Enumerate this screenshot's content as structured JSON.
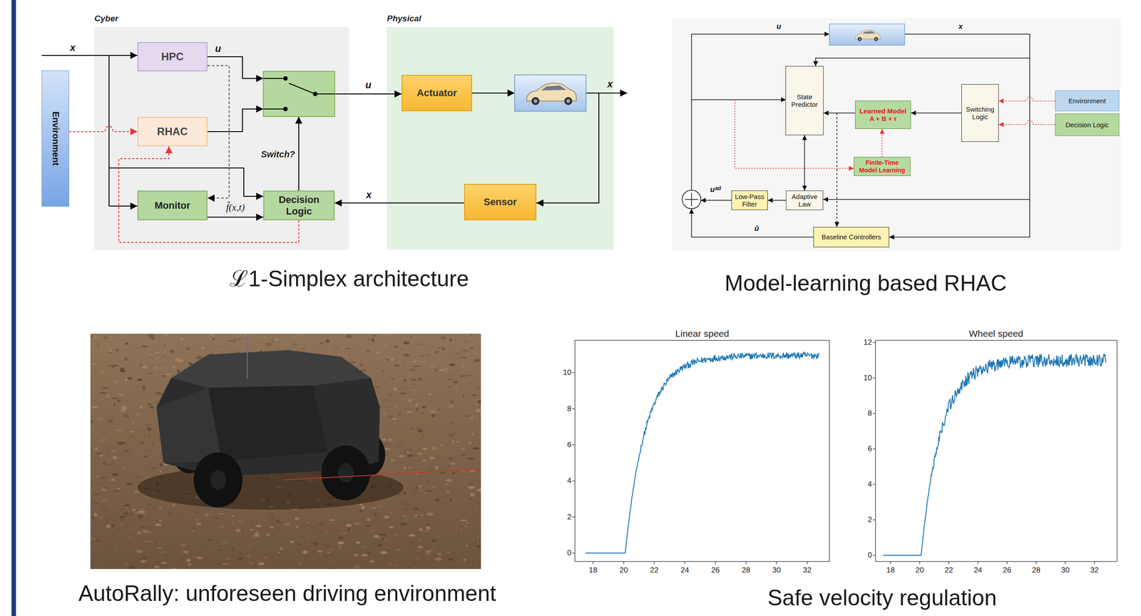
{
  "diagram": {
    "nodes": [
      {
        "text": [
          "Environment"
        ]
      },
      {
        "text": [
          "Cyber"
        ]
      },
      {
        "text": [
          "HPC"
        ],
        "in": 1
      },
      {
        "text": [
          "RHAC"
        ],
        "in": 1
      },
      {
        "text": [
          "Monitor"
        ],
        "in": 1
      },
      {
        "text": [
          "Decision Logic"
        ],
        "in": 1
      },
      {
        "text": [
          "Physical"
        ]
      },
      {
        "text": [
          "Actuator"
        ],
        "in": 6
      },
      {
        "text": [
          "Sensor"
        ],
        "in": 6
      },
      {
        "text": [
          "State Predictor"
        ]
      },
      {
        "text": [
          "Learned Model A + B + r"
        ]
      },
      {
        "text": [
          "Finite-Time Model Learning"
        ]
      },
      {
        "text": [
          "Switching Logic"
        ]
      },
      {
        "text": [
          "Environment"
        ]
      },
      {
        "text": [
          "Decision Logic"
        ]
      },
      {
        "text": [
          "Adaptive Law"
        ]
      },
      {
        "text": [
          "Low-Pass Filter"
        ]
      },
      {
        "text": [
          "Baseline Controllers"
        ]
      }
    ],
    "edges": [
      {
        "from": 0,
        "to": 3,
        "arrow": "to"
      },
      {
        "from": 2,
        "to": 4,
        "arrow": "to"
      },
      {
        "from": 4,
        "to": 5,
        "label": "f̂(x,t)",
        "arrow": "to"
      },
      {
        "from": 8,
        "to": 5,
        "label": "x",
        "arrow": "to"
      },
      {
        "from": 5,
        "to": 3,
        "arrow": "to"
      },
      {
        "from": 12,
        "to": 10,
        "arrow": "to"
      },
      {
        "from": 10,
        "to": 9,
        "arrow": "to"
      },
      {
        "from": 11,
        "to": 10,
        "arrow": "to"
      },
      {
        "from": 9,
        "to": 15,
        "arrow": "both"
      },
      {
        "from": 15,
        "to": 16,
        "arrow": "to"
      },
      {
        "from": 13,
        "to": 12,
        "arrow": "to"
      },
      {
        "from": 14,
        "to": 12,
        "arrow": "to"
      }
    ],
    "labels": [
      "x",
      "u",
      "Switch?",
      "u",
      "x",
      "ℒ1-Simplex architecture",
      "u",
      "x",
      "uᵃᵈ",
      "ū",
      "Model-learning based RHAC",
      "AutoRally: unforeseen driving environment",
      "Linear speed",
      "0",
      "2",
      "4",
      "6",
      "8",
      "10",
      "18",
      "20",
      "22",
      "24",
      "26",
      "28",
      "30",
      "32",
      "Wheel speed",
      "0",
      "2",
      "4",
      "6",
      "8",
      "10",
      "12",
      "18",
      "20",
      "22",
      "24",
      "26",
      "28",
      "30",
      "32",
      "Safe velocity regulation"
    ]
  }
}
